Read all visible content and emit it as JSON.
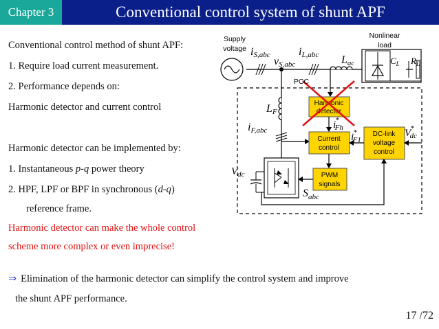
{
  "header": {
    "chapter": "Chapter 3",
    "title": "Conventional control system of shunt APF"
  },
  "left_text": {
    "intro": "Conventional control method of shunt APF:",
    "item1": "1.  Require load current measurement.",
    "item2": "2.  Performance depends on:",
    "item3": "Harmonic detector and current control",
    "impl_intro": "Harmonic detector can be implemented by:",
    "impl1_prefix": "1.  Instantaneous ",
    "impl1_em": "p-q",
    "impl1_suffix": " power theory",
    "impl2_prefix": "2.  HPF, LPF or BPF in synchronous (",
    "impl2_em": "d-q",
    "impl2_suffix": ")",
    "impl2_cont": "reference frame.",
    "warn1": "Harmonic detector can make the whole control",
    "warn2": "scheme more complex or even imprecise!"
  },
  "conclusion": {
    "arrow": "⇒",
    "line1": "Elimination of the harmonic detector can simplify the control system and improve",
    "line2": "the shunt APF performance."
  },
  "page": "17 /72",
  "diagram": {
    "supply_label_1": "Supply",
    "supply_label_2": "voltage",
    "nonlinear_1": "Nonlinear",
    "nonlinear_2": "load",
    "pcc": "PCC",
    "harmonic_1": "Harmonic",
    "harmonic_2": "detector",
    "current_1": "Current",
    "current_2": "control",
    "pwm_1": "PWM",
    "pwm_2": "signals",
    "dclink_1": "DC-link",
    "dclink_2": "voltage",
    "dclink_3": "control",
    "i_s": "i",
    "i_s_sub": "S,abc",
    "v_s": "v",
    "v_s_sub": "S,abc",
    "i_l": "i",
    "i_l_sub": "L,abc",
    "l_ac": "L",
    "l_ac_sub": "ac",
    "l_f": "L",
    "l_f_sub": "F",
    "i_f": "i",
    "i_f_sub": "F,abc",
    "i_fh": "i",
    "i_fh_sub": "Fh",
    "i_f1": "i",
    "i_f1_sub": "F1",
    "v_dc_ref": "V",
    "v_dc_ref_sub": "dc",
    "v_dc": "V",
    "v_dc_sub": "dc",
    "s_abc": "S",
    "s_abc_sub": "abc",
    "c_l": "C",
    "c_l_sub": "L",
    "r_l": "R",
    "r_l_sub": "L",
    "star": "*"
  },
  "colors": {
    "chapter_tab": "#1aa89b",
    "title_bar": "#0b1f8a",
    "block_fill": "#ffd400",
    "warning": "#e41010",
    "cross": "#e41010"
  }
}
